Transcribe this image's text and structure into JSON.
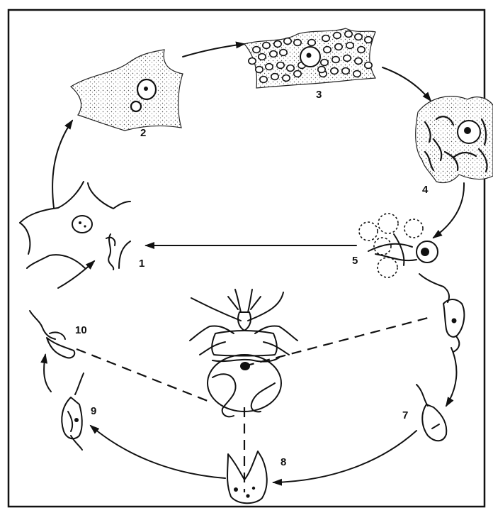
{
  "figure": {
    "frame_color": "#111111",
    "ink_color": "#111111",
    "stage_labels": [
      "1",
      "2",
      "3",
      "4",
      "5",
      "7",
      "8",
      "9",
      "10"
    ]
  }
}
